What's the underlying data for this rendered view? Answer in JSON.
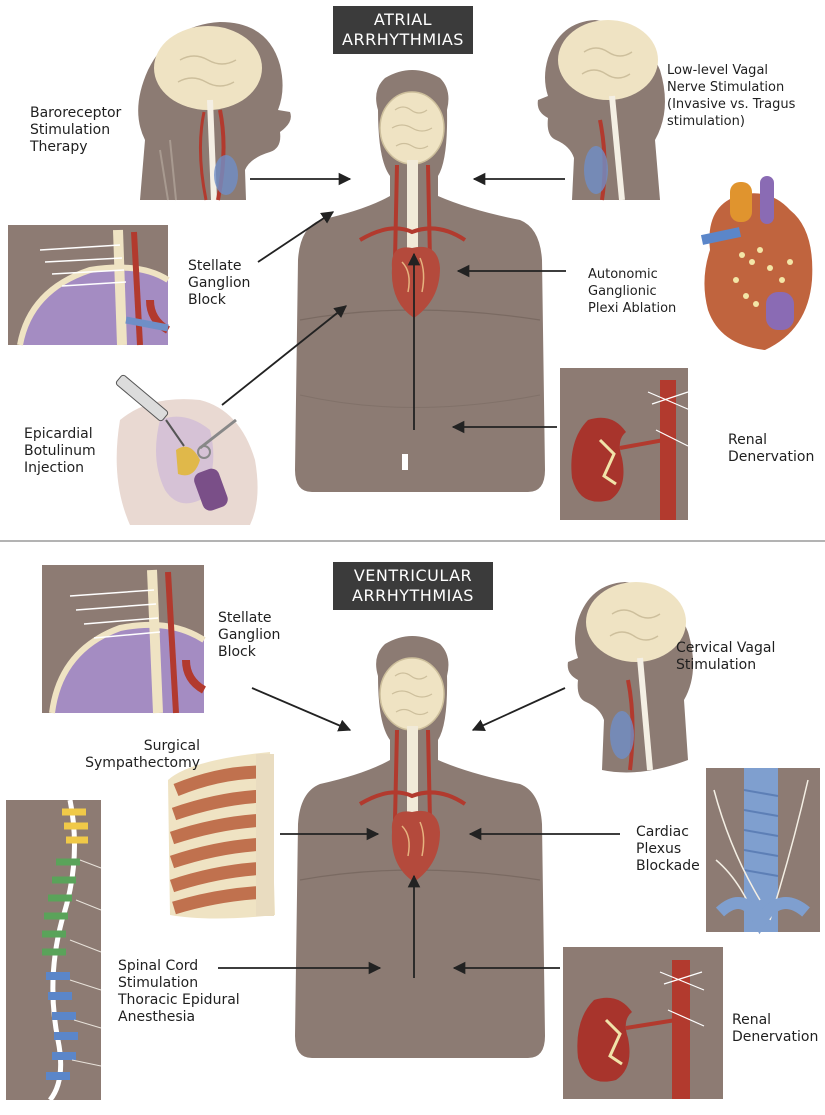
{
  "atrial": {
    "title": [
      "ATRIAL",
      "ARRHYTHMIAS"
    ],
    "labels": {
      "baroreceptor": [
        "Baroreceptor",
        "Stimulation",
        "Therapy"
      ],
      "vagal": [
        "Low-level Vagal",
        "Nerve Stimulation",
        "(Invasive vs. Tragus",
        "stimulation)"
      ],
      "stellate": [
        "Stellate",
        "Ganglion",
        "Block"
      ],
      "autonomic": [
        "Autonomic",
        "Ganglionic",
        "Plexi Ablation"
      ],
      "botulinum": [
        "Epicardial",
        "Botulinum",
        "Injection"
      ],
      "renal": [
        "Renal",
        "Denervation"
      ]
    }
  },
  "ventricular": {
    "title": [
      "VENTRICULAR",
      "ARRHYTHMIAS"
    ],
    "labels": {
      "stellate": [
        "Stellate",
        "Ganglion",
        "Block"
      ],
      "cervical": [
        "Cervical Vagal",
        "Stimulation"
      ],
      "sympathectomy": [
        "Surgical",
        "Sympathectomy"
      ],
      "cardiac_plexus": [
        "Cardiac",
        "Plexus",
        "Blockade"
      ],
      "spinal": [
        "Spinal Cord",
        "Stimulation",
        "Thoracic Epidural",
        "Anesthesia"
      ],
      "renal": [
        "Renal",
        "Denervation"
      ]
    }
  },
  "colors": {
    "body": "#8c7b73",
    "brain": "#efe3c3",
    "artery": "#b23a2e",
    "vein": "#6f8fc7",
    "nerve": "#f4efe4",
    "title_bg": "#3b3b3b",
    "panel_bg": "#8d7b73",
    "lung": "#a48cc2",
    "kidney": "#a8342c"
  }
}
